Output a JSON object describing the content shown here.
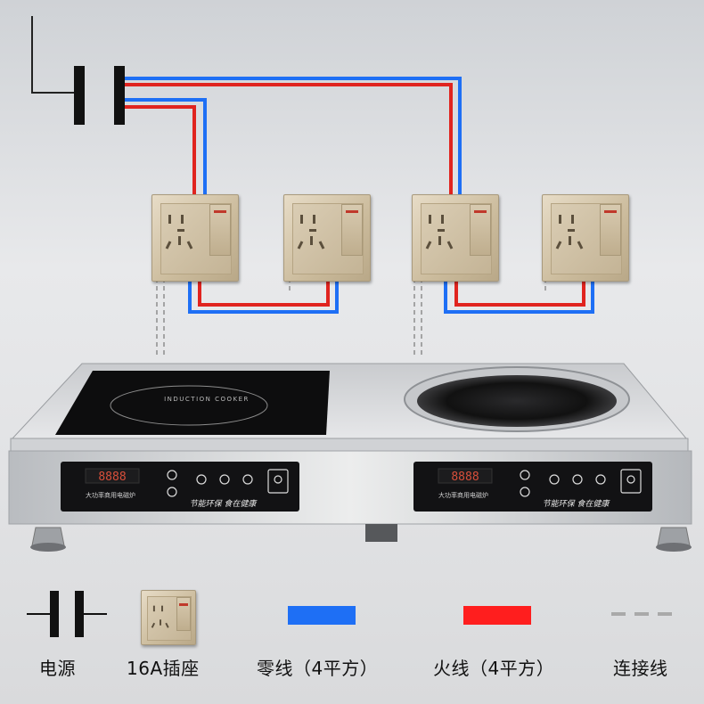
{
  "cooker": {
    "induction_label": "INDUCTION COOKER",
    "display_digits": "8888",
    "brand_text": "大功率商用电磁炉",
    "slogan_text": "节能环保 食在健康"
  },
  "legend": {
    "items": [
      {
        "label": "电源",
        "icon": "power-source-symbol-icon"
      },
      {
        "label": "16A插座",
        "icon": "socket-icon"
      },
      {
        "label": "零线（4平方）",
        "icon": "neutral-wire-swatch-icon",
        "color": "#1e6ff5"
      },
      {
        "label": "火线（4平方）",
        "icon": "live-wire-swatch-icon",
        "color": "#ff1e1e"
      },
      {
        "label": "连接线",
        "icon": "dashed-connector-icon",
        "color": "#a9a9a9"
      }
    ]
  },
  "colors": {
    "neutral": "#1e6ff5",
    "live": "#e0241f",
    "connector": "#8a8a8a"
  }
}
